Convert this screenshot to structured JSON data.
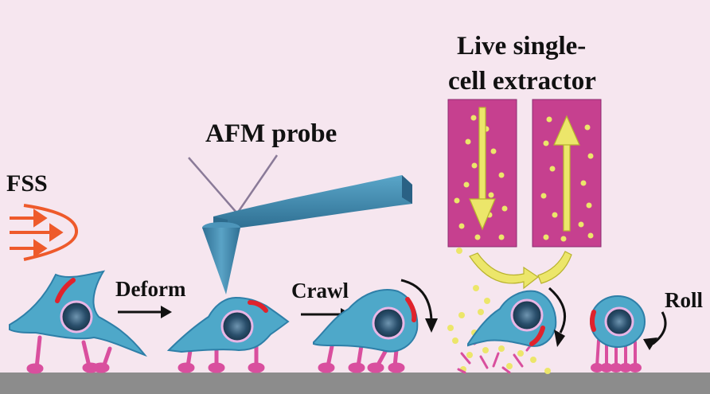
{
  "labels": {
    "fss": "FSS",
    "afm_probe": "AFM probe",
    "extractor_line1": "Live single-",
    "extractor_line2": "cell extractor",
    "deform": "Deform",
    "crawl": "Crawl",
    "roll": "Roll"
  },
  "colors": {
    "background": "#f6e6ef",
    "substrate": "#8c8c8c",
    "cell_body": "#4ea8c9",
    "cell_edge": "#2e7fa8",
    "nucleus": "#1c3f5a",
    "nucleus_ring": "#e8b6e6",
    "adhesion": "#d94f9e",
    "marker": "#e0232c",
    "flow_arrows": "#ee5a2b",
    "probe": "#3a81a8",
    "probe_needle": "#8a7a98",
    "extractor_chamber": "#c6408f",
    "extractor_particles": "#ece66a",
    "black_arrows": "#111111"
  },
  "icons": [
    "flow-arrow-icon",
    "afm-cantilever-icon",
    "extraction-arrow-icon",
    "rotation-arrow-icon"
  ]
}
